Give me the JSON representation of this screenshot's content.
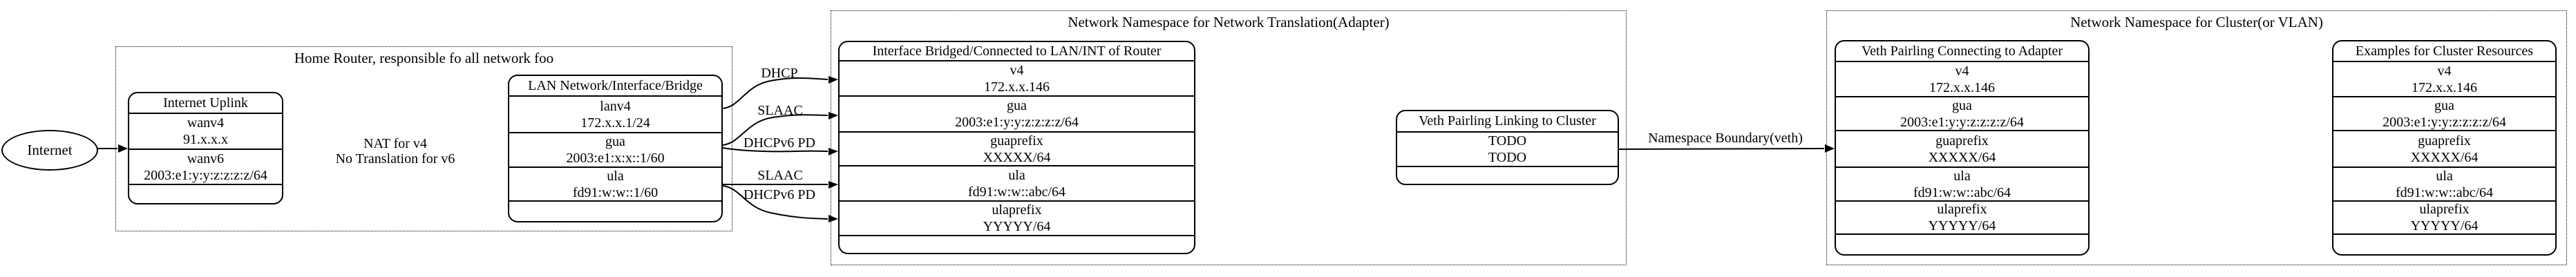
{
  "colors": {
    "stroke": "#000000",
    "background": "#ffffff"
  },
  "internet": {
    "label": "Internet"
  },
  "clusters": {
    "home_router": {
      "title": "Home Router, responsible fo all network foo"
    },
    "nat_namespace": {
      "title": "Network Namespace for Network Translation(Adapter)"
    },
    "cluster_namespace": {
      "title": "Network Namespace for Cluster(or VLAN)"
    }
  },
  "nodes": {
    "uplink": {
      "title": "Internet Uplink",
      "rows": [
        {
          "name": "wanv4",
          "value": "91.x.x.x"
        },
        {
          "name": "wanv6",
          "value": "2003:e1:y:y:z:z:z:z/64"
        }
      ]
    },
    "lan": {
      "title": "LAN Network/Interface/Bridge",
      "rows": [
        {
          "name": "lanv4",
          "value": "172.x.x.1/24"
        },
        {
          "name": "gua",
          "value": "2003:e1:x:x::1/60"
        },
        {
          "name": "ula",
          "value": "fd91:w:w::1/60"
        }
      ]
    },
    "iface": {
      "title": "Interface Bridged/Connected to LAN/INT of Router",
      "rows": [
        {
          "name": "v4",
          "value": "172.x.x.146"
        },
        {
          "name": "gua",
          "value": "2003:e1:y:y:z:z:z:z/64"
        },
        {
          "name": "guaprefix",
          "value": "XXXXX/64"
        },
        {
          "name": "ula",
          "value": "fd91:w:w::abc/64"
        },
        {
          "name": "ulaprefix",
          "value": "YYYYY/64"
        }
      ]
    },
    "veth_link": {
      "title": "Veth Pairling Linking to Cluster",
      "rows": [
        {
          "name": "TODO",
          "value": "TODO"
        }
      ]
    },
    "veth_conn": {
      "title": "Veth Pairling Connecting to Adapter",
      "rows": [
        {
          "name": "v4",
          "value": "172.x.x.146"
        },
        {
          "name": "gua",
          "value": "2003:e1:y:y:z:z:z:z/64"
        },
        {
          "name": "guaprefix",
          "value": "XXXXX/64"
        },
        {
          "name": "ula",
          "value": "fd91:w:w::abc/64"
        },
        {
          "name": "ulaprefix",
          "value": "YYYYY/64"
        }
      ]
    },
    "examples": {
      "title": "Examples for Cluster Resources",
      "rows": [
        {
          "name": "v4",
          "value": "172.x.x.146"
        },
        {
          "name": "gua",
          "value": "2003:e1:y:y:z:z:z:z/64"
        },
        {
          "name": "guaprefix",
          "value": "XXXXX/64"
        },
        {
          "name": "ula",
          "value": "fd91:w:w::abc/64"
        },
        {
          "name": "ulaprefix",
          "value": "YYYYY/64"
        }
      ]
    }
  },
  "edge_labels": {
    "nat_line1": "NAT for v4",
    "nat_line2": "No Translation for v6",
    "dhcp": "DHCP",
    "slaac_gua": "SLAAC",
    "dhcpv6_pd_gua": "DHCPv6 PD",
    "slaac_ula": "SLAAC",
    "dhcpv6_pd_ula": "DHCPv6 PD",
    "boundary": "Namespace Boundary(veth)"
  }
}
